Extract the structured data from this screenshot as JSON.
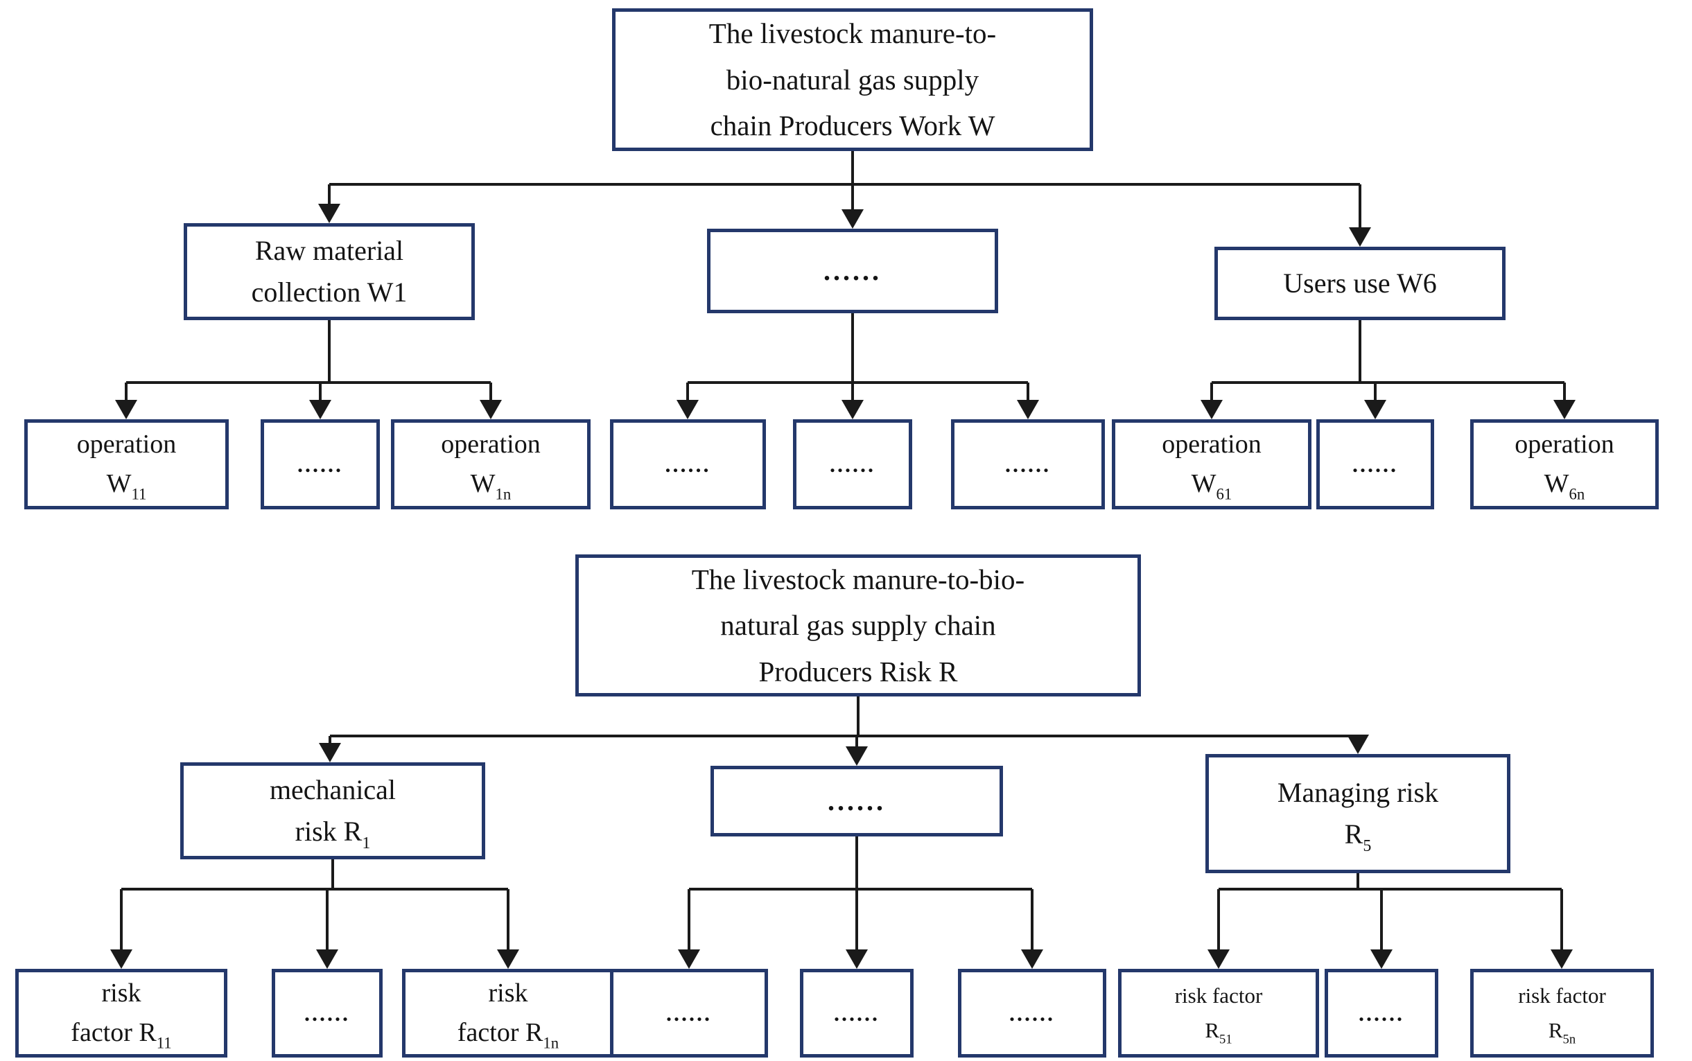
{
  "colors": {
    "box_border": "#24386b",
    "line": "#1a1a1a",
    "text": "#141414",
    "background": "#ffffff"
  },
  "work_tree": {
    "root": "The livestock manure-to-\nbio-natural gas supply\nchain Producers Work W",
    "child_left": "Raw material\ncollection W1",
    "child_mid": "......",
    "child_right": "Users use W6",
    "leaf_w11": {
      "word": "operation",
      "base": "W",
      "sub": "11"
    },
    "leaf_dots_1": "......",
    "leaf_w1n": {
      "word": "operation",
      "base": "W",
      "sub": "1n"
    },
    "leaf_dots_2": "......",
    "leaf_dots_3": "......",
    "leaf_dots_4": "......",
    "leaf_w61": {
      "word": "operation",
      "base": "W",
      "sub": "61"
    },
    "leaf_dots_5": "......",
    "leaf_w6n": {
      "word": "operation",
      "base": "W",
      "sub": "6n"
    }
  },
  "risk_tree": {
    "root": "The livestock manure-to-bio-\nnatural gas supply chain\nProducers Risk R",
    "child_left": {
      "line1": "mechanical",
      "base": "risk R",
      "sub": "1"
    },
    "child_mid": "......",
    "child_right": {
      "line1": "Managing risk",
      "base": "R",
      "sub": "5"
    },
    "leaf_r11": {
      "line1": "risk",
      "base": "factor R",
      "sub": "11"
    },
    "leaf_dots_1": "......",
    "leaf_r1n": {
      "line1": "risk",
      "base": "factor R",
      "sub": "1n"
    },
    "leaf_dots_2": "......",
    "leaf_dots_3": "......",
    "leaf_dots_4": "......",
    "leaf_r51": {
      "line1": "risk factor",
      "base": "R",
      "sub": "51"
    },
    "leaf_dots_5": "......",
    "leaf_r5n": {
      "line1": "risk factor",
      "base": "R",
      "sub": "5n"
    }
  }
}
